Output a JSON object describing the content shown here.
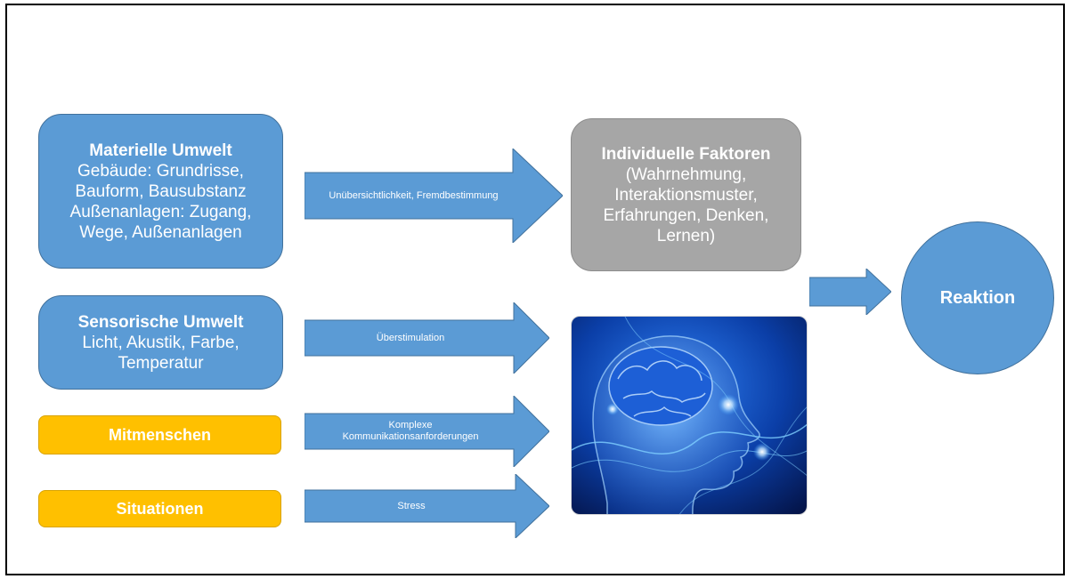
{
  "sources": {
    "materiell": {
      "title": "Materielle Umwelt",
      "lines": [
        "Gebäude: Grundrisse,",
        "Bauform, Bausubstanz",
        "Außenanlagen: Zugang,",
        "Wege, Außenanlagen"
      ]
    },
    "sensorisch": {
      "title": "Sensorische Umwelt",
      "lines": [
        "Licht, Akustik, Farbe,",
        "Temperatur"
      ]
    },
    "mitmenschen": {
      "title": "Mitmenschen"
    },
    "situationen": {
      "title": "Situationen"
    }
  },
  "arrows": {
    "a1": {
      "label": "Unübersichtlichkeit, Fremdbestimmung"
    },
    "a2": {
      "label": "Überstimulation"
    },
    "a3": {
      "label1": "Komplexe",
      "label2": "Kommunikationsanforderungen"
    },
    "a4": {
      "label": "Stress"
    }
  },
  "individual": {
    "title": "Individuelle Faktoren",
    "lines": [
      "(Wahrnehmung,",
      "Interaktionsmuster,",
      "Erfahrungen, Denken,",
      "Lernen)"
    ]
  },
  "result": {
    "title": "Reaktion"
  },
  "image": {
    "icon": "brain-head-illustration"
  },
  "colors": {
    "box_blue": "#5b9bd5",
    "box_gray": "#a6a6a6",
    "box_gold": "#ffc000",
    "arrow_blue": "#5b9bd5"
  }
}
